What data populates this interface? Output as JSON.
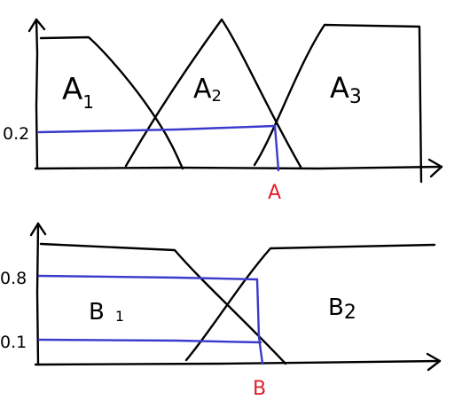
{
  "top_diagram": {
    "sets": [
      {
        "name": "A",
        "subscript": "1"
      },
      {
        "name": "A",
        "subscript": "2"
      },
      {
        "name": "A",
        "subscript": "3"
      }
    ],
    "level_label": "0.2",
    "point_label": "A"
  },
  "bottom_diagram": {
    "sets": [
      {
        "name": "B",
        "subscript": "1"
      },
      {
        "name": "B",
        "subscript": "2"
      }
    ],
    "level_labels": [
      "0.8",
      "0.1"
    ],
    "point_label": "B"
  },
  "colors": {
    "ink": "#000000",
    "guide": "#3a3acc",
    "point": "#e0202a"
  }
}
